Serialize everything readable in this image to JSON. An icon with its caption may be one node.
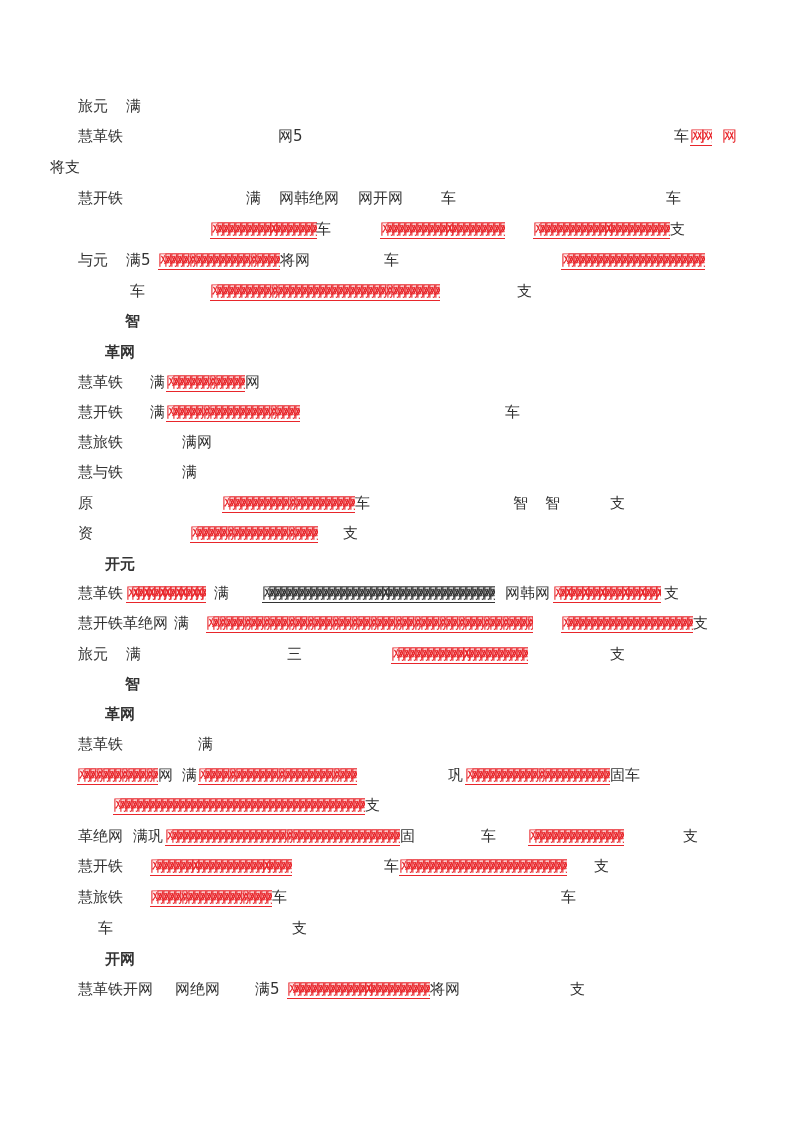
{
  "diagram": {
    "labels": [
      "旅元",
      "满",
      "慧革铁",
      "网5",
      "车",
      "网网",
      "网",
      "将支",
      "慧开铁",
      "满",
      "网韩绝网",
      "网开网",
      "车",
      "车",
      "网网网网网网网网网网网网网网网网网网",
      "车",
      "网网网网网网网网网网网网网网网网网网网网网",
      "网网网网网网网网网网网网网网网网网网网网网网网",
      "支",
      "与元",
      "满5",
      "网网网网网网网网网网网网网网网网网网网网",
      "将网",
      "车",
      "网网网网网网网网网网网网网网网网网网网网网网网网",
      "车",
      "网网网网网网网网网网网网网网网网网网网网网网网网网网网网网网网网网网网网网网",
      "支",
      "智",
      "革网",
      "慧革铁",
      "满",
      "网网网网网网网网网网网网网",
      "网",
      "慧开铁",
      "满",
      "网网网网网网网网网网网网网网网网网网网网网网",
      "车",
      "慧旅铁",
      "满网",
      "慧与铁",
      "满",
      "原",
      "网网网网网网网网网网网网网网网网网网网网网网",
      "车",
      "智",
      "智",
      "支",
      "资",
      "网网网网网网网网网网网网网网网网网网网网网",
      "支",
      "开元",
      "慧革铁",
      "网网网网网网网网网网网网网网网",
      "满",
      "网网网网网网网网网网网网网网网网网网网网网网网网网网网网网网网网网网网网网网网",
      "网韩网",
      "网网网网网网网网网网网网网网网网网网网",
      "支",
      "慧开铁革绝网",
      "满",
      "网网网网网网网网网网网网网网网网网网网网网网网网网网网网网网网网网网网网网网网网网网网网网网网网网网网网",
      "网网网网网网网网网网网网网网网网网网网网网网",
      "支",
      "旅元",
      "满",
      "三",
      "网网网网网网网网网网网网网网网网网网网网网网网",
      "支",
      "智",
      "革网",
      "慧革铁",
      "满",
      "网网网网网网网网网网网网网",
      "网",
      "满",
      "网网网网网网网网网网网网网网网网网网网网网网网网网网",
      "巩",
      "网网网网网网网网网网网网网网网网网网网网网网网网",
      "固车",
      "网网网网网网网网网网网网网网网网网网网网网网网网网网网网网网网网网网网网网网网网网网",
      "支",
      "革绝网",
      "满巩",
      "网网网网网网网网网网网网网网网网网网网网网网网网网网网网网网网网网网网网网网网",
      "固",
      "车",
      "网网网网网网网网网网网网网网网网",
      "支",
      "慧开铁",
      "网网网网网网网网网网网网网网网网网网网网网网网网",
      "车",
      "网网网网网网网网网网网网网网网网网网网网网网网网网网网网",
      "支",
      "慧旅铁",
      "网网网网网网网网网网网网网网网网网网网网",
      "车",
      "车",
      "车",
      "支",
      "开网",
      "慧革铁开网",
      "网绝网",
      "满5",
      "网网网网网网网网网网网网网网网网网网网网网网网网",
      "将网",
      "支"
    ]
  }
}
